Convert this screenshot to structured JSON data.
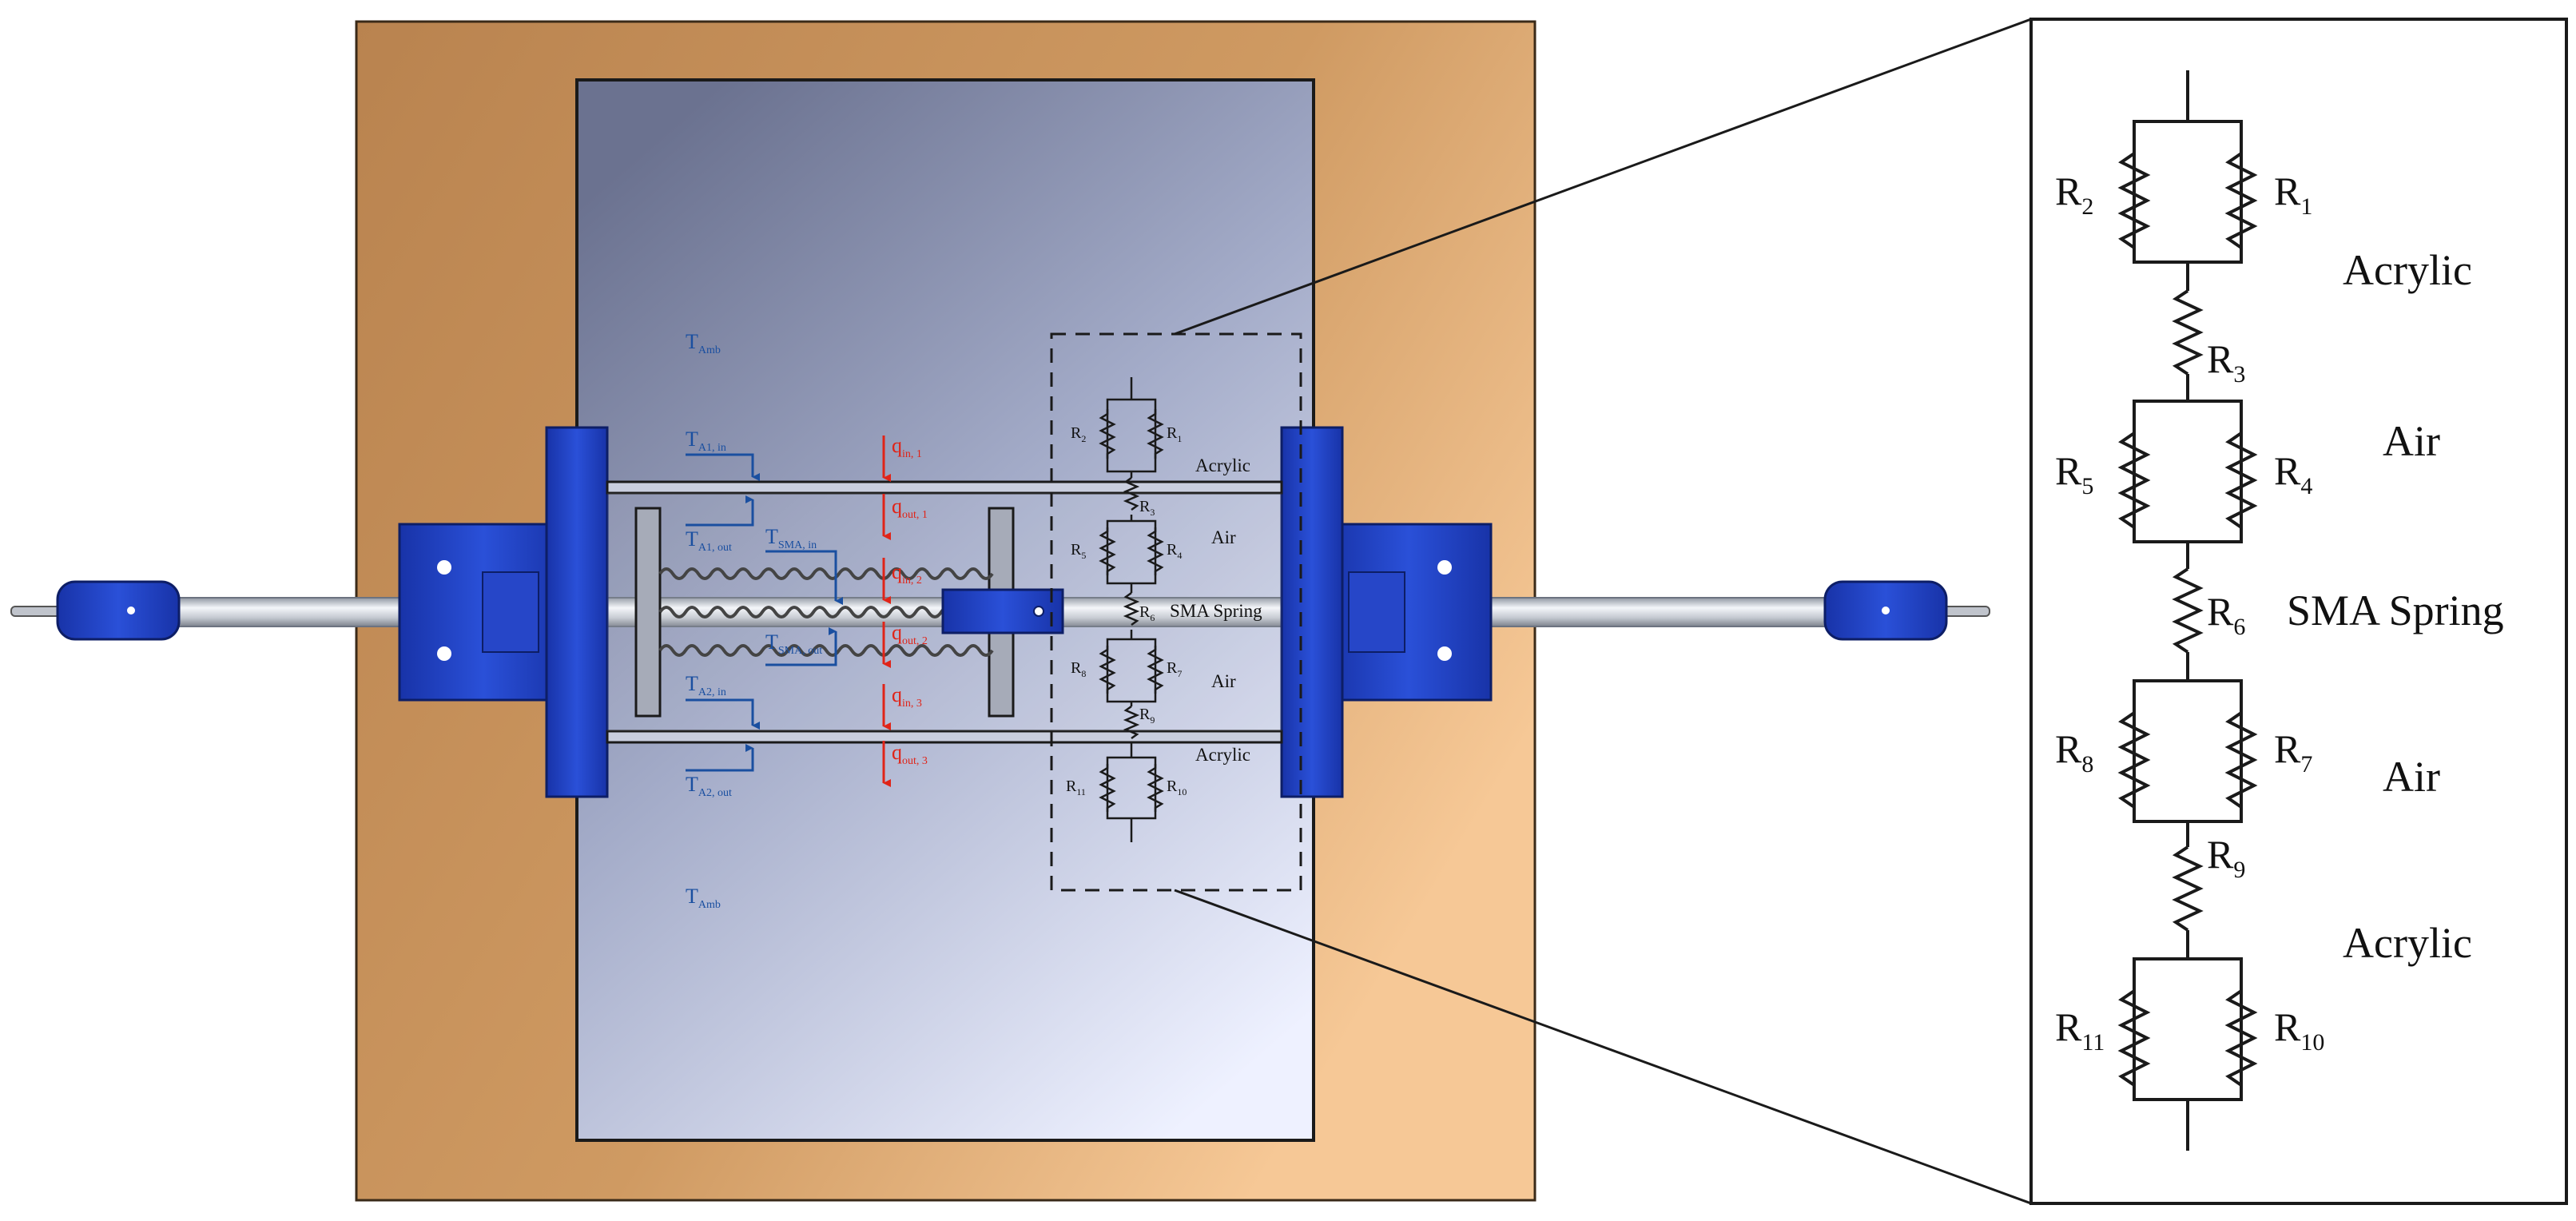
{
  "temperatures": {
    "amb_top": {
      "main": "T",
      "sub": "Amb"
    },
    "a1_in": {
      "main": "T",
      "sub": "A1, in"
    },
    "a1_out": {
      "main": "T",
      "sub": "A1, out"
    },
    "sma_in": {
      "main": "T",
      "sub": "SMA, in"
    },
    "sma_out": {
      "main": "T",
      "sub": "SMA, out"
    },
    "a2_in": {
      "main": "T",
      "sub": "A2, in"
    },
    "a2_out": {
      "main": "T",
      "sub": "A2, out"
    },
    "amb_bottom": {
      "main": "T",
      "sub": "Amb"
    }
  },
  "heat_flows": [
    {
      "main": "q",
      "sub": "in, 1"
    },
    {
      "main": "q",
      "sub": "out, 1"
    },
    {
      "main": "q",
      "sub": "in, 2"
    },
    {
      "main": "q",
      "sub": "out, 2"
    },
    {
      "main": "q",
      "sub": "in, 3"
    },
    {
      "main": "q",
      "sub": "out, 3"
    }
  ],
  "layers": {
    "acrylic_top": "Acrylic",
    "air_top": "Air",
    "sma_spring": "SMA Spring",
    "air_bottom": "Air",
    "acrylic_bottom": "Acrylic"
  },
  "resistors": {
    "r1": {
      "main": "R",
      "sub": "1"
    },
    "r2": {
      "main": "R",
      "sub": "2"
    },
    "r3": {
      "main": "R",
      "sub": "3"
    },
    "r4": {
      "main": "R",
      "sub": "4"
    },
    "r5": {
      "main": "R",
      "sub": "5"
    },
    "r6": {
      "main": "R",
      "sub": "6"
    },
    "r7": {
      "main": "R",
      "sub": "7"
    },
    "r8": {
      "main": "R",
      "sub": "8"
    },
    "r9": {
      "main": "R",
      "sub": "9"
    },
    "r10": {
      "main": "R",
      "sub": "10"
    },
    "r11": {
      "main": "R",
      "sub": "11"
    }
  },
  "colors": {
    "wood": "#c8955f",
    "blue_part": "#1e3fc0",
    "label_blue": "#1a4fa0",
    "heat_red": "#e02418"
  }
}
